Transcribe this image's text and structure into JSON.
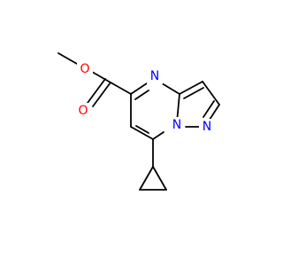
{
  "molecule": {
    "atoms": [
      {
        "symbol": "O",
        "color": "#ff0000"
      },
      {
        "symbol": "O",
        "color": "#ff0000"
      },
      {
        "symbol": "N",
        "color": "#0000ff"
      },
      {
        "symbol": "N",
        "color": "#0000ff"
      },
      {
        "symbol": "N",
        "color": "#0000ff"
      }
    ]
  }
}
